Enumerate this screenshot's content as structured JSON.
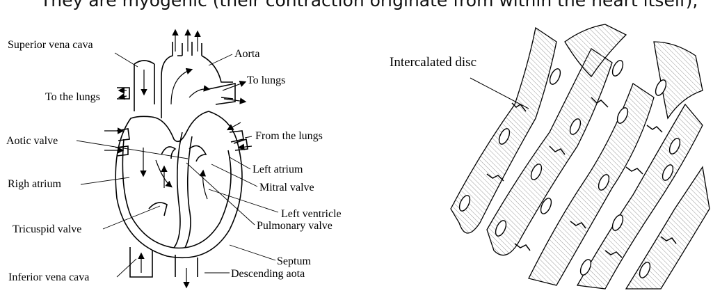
{
  "header_text": "They are myogenic (their contraction originate from within the heart itself),",
  "heart_labels": {
    "superior_vena_cava": "Superior vena cava",
    "aorta": "Aorta",
    "to_lungs_right": "To lungs",
    "to_the_lungs_left": "To the lungs",
    "aotic_valve": "Aotic valve",
    "from_the_lungs": "From the lungs",
    "left_atrium": "Left atrium",
    "righ_atrium": "Righ atrium",
    "mitral_valve": "Mitral valve",
    "left_ventricle": "Left ventricle",
    "tricuspid_valve": "Tricuspid valve",
    "pulmonary_valve": "Pulmonary valve",
    "septum": "Septum",
    "inferior_vena_cava": "Inferior vena cava",
    "descending_aota": "Descending aota"
  },
  "muscle_labels": {
    "intercalated_disc": "Intercalated disc"
  }
}
